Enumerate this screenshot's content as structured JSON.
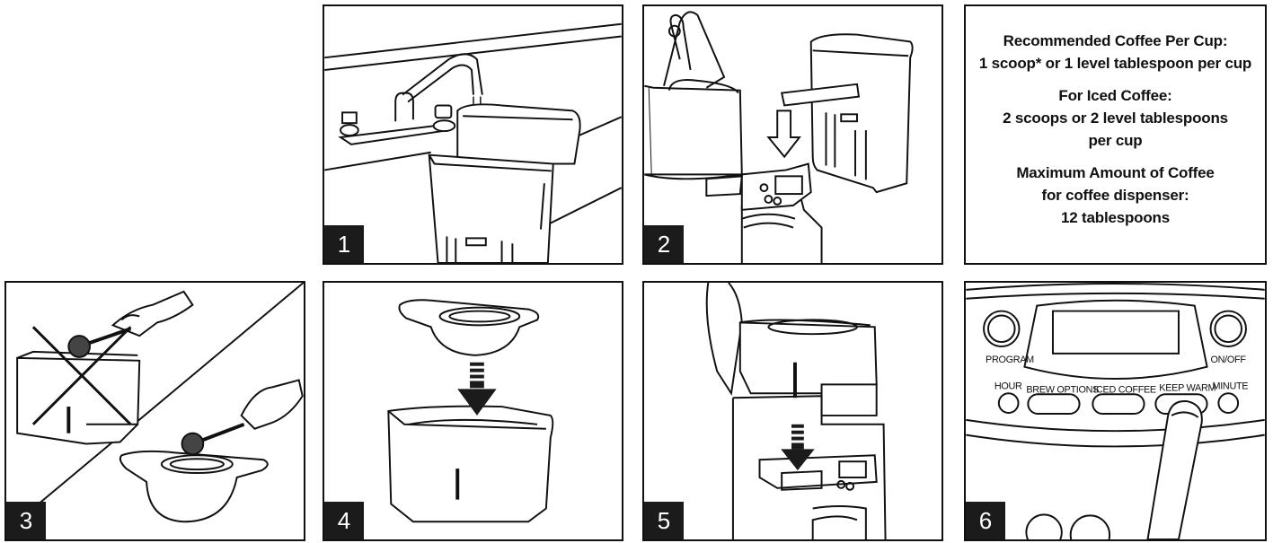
{
  "steps": [
    "1",
    "2",
    "3",
    "4",
    "5",
    "6"
  ],
  "info": {
    "coffee_per_cup_heading": "Recommended Coffee Per Cup:",
    "coffee_per_cup_text": "1 scoop* or 1 level tablespoon per cup",
    "iced_heading": "For Iced Coffee:",
    "iced_text_1": "2 scoops or 2 level tablespoons",
    "iced_text_2": "per cup",
    "max_heading_1": "Maximum Amount of Coffee",
    "max_heading_2": "for coffee dispenser:",
    "max_text": "12 tablespoons"
  },
  "control_panel": {
    "program": "PROGRAM",
    "on_off": "ON/OFF",
    "hour": "HOUR",
    "brew_options": "BREW OPTIONS",
    "iced_coffee": "ICED COFFEE",
    "keep_warm": "KEEP WARM",
    "minute": "MINUTE"
  },
  "icons": [
    "faucet-icon",
    "water-reservoir-icon",
    "coffee-maker-icon",
    "arrow-down-icon",
    "scoop-icon",
    "cross-out-icon",
    "filter-basket-icon",
    "finger-press-icon"
  ]
}
